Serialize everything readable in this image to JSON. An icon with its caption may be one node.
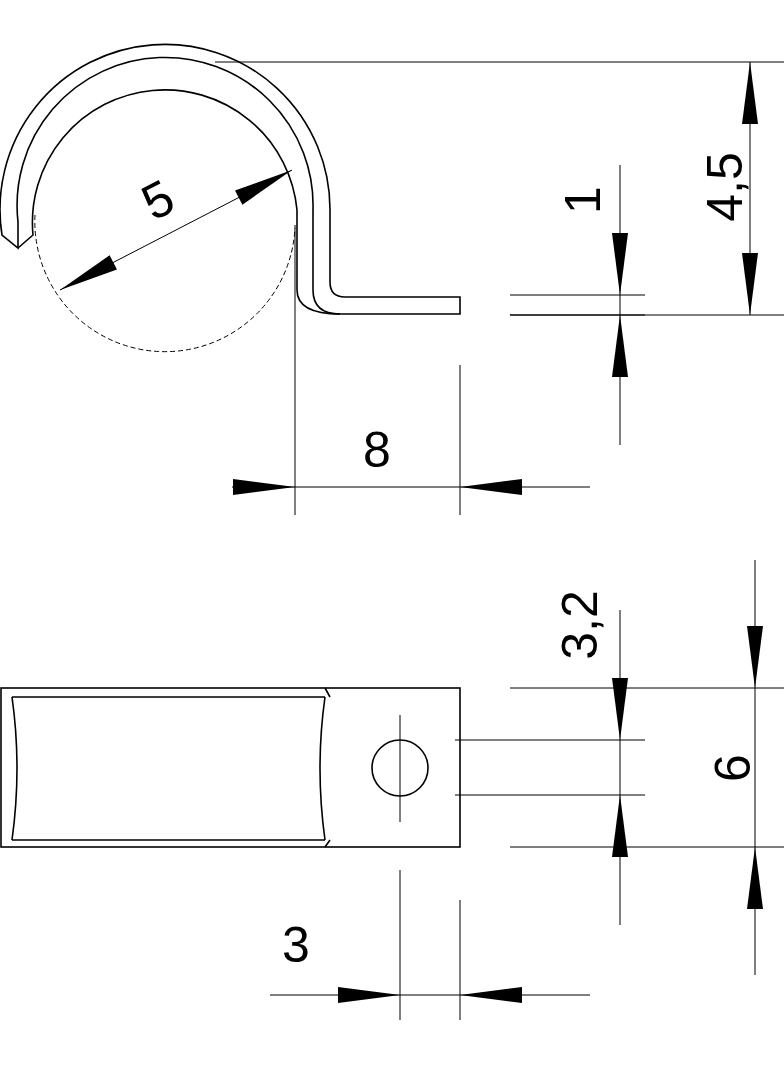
{
  "diagram": {
    "labels": [
      "5",
      "1",
      "4,5",
      "8",
      "3,2",
      "6",
      "3"
    ]
  }
}
